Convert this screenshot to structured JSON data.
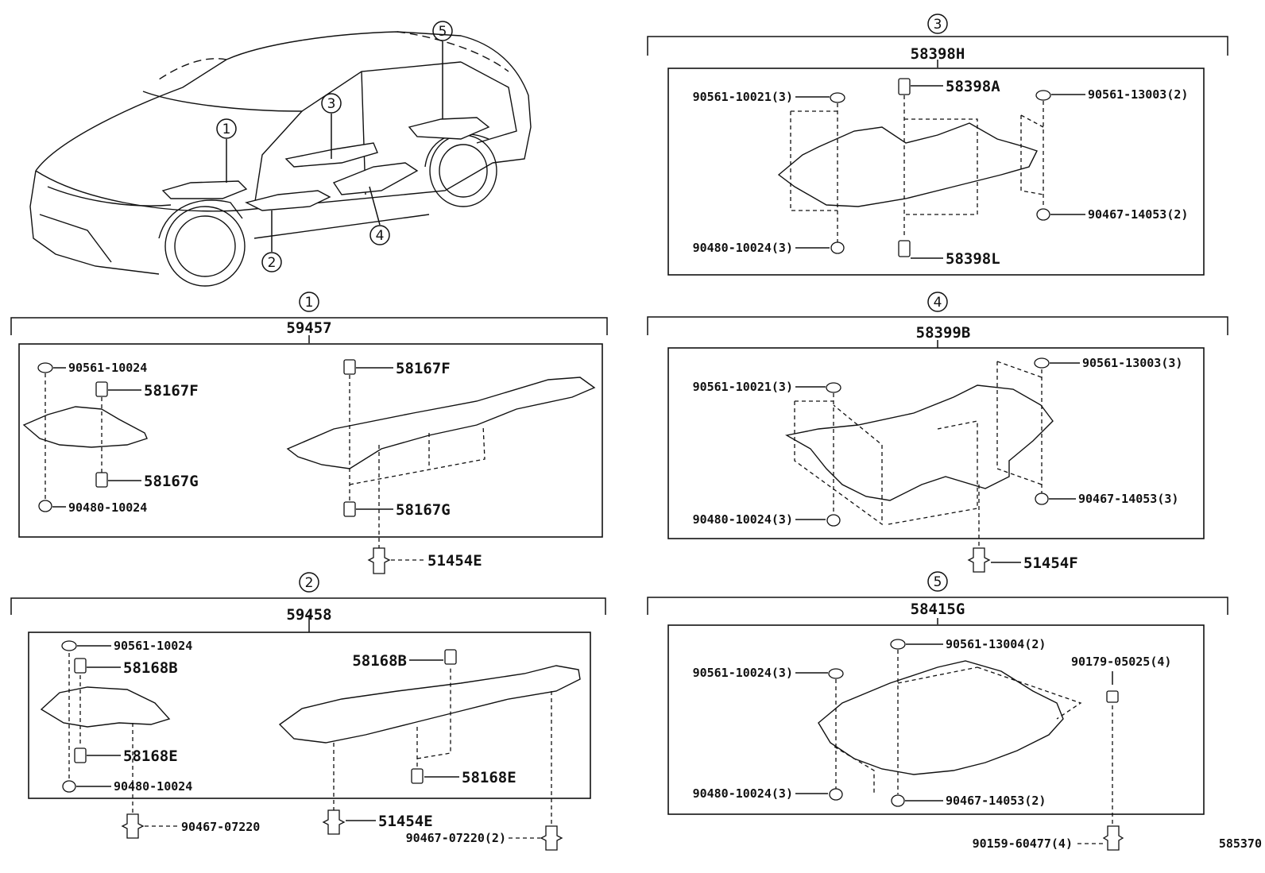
{
  "diagram_code": "585370",
  "overview": {
    "callouts": [
      "1",
      "2",
      "3",
      "4",
      "5"
    ]
  },
  "groups": [
    {
      "id": "1",
      "assembly": "59457",
      "parts": [
        "90561-10024",
        "58167F",
        "58167G",
        "90480-10024",
        "58167F",
        "58167G",
        "51454E"
      ]
    },
    {
      "id": "2",
      "assembly": "59458",
      "parts": [
        "90561-10024",
        "58168B",
        "58168E",
        "90480-10024",
        "90467-07220",
        "58168B",
        "58168E",
        "51454E",
        "90467-07220(2)"
      ]
    },
    {
      "id": "3",
      "assembly": "58398H",
      "parts": [
        "90561-10021(3)",
        "58398A",
        "90561-13003(2)",
        "90467-14053(2)",
        "90480-10024(3)",
        "58398L"
      ]
    },
    {
      "id": "4",
      "assembly": "58399B",
      "parts": [
        "90561-10021(3)",
        "90561-13003(3)",
        "90467-14053(3)",
        "90480-10024(3)",
        "51454F"
      ]
    },
    {
      "id": "5",
      "assembly": "58415G",
      "parts": [
        "90561-13004(2)",
        "90179-05025(4)",
        "90561-10024(3)",
        "90480-10024(3)",
        "90467-14053(2)",
        "90159-60477(4)"
      ]
    }
  ]
}
